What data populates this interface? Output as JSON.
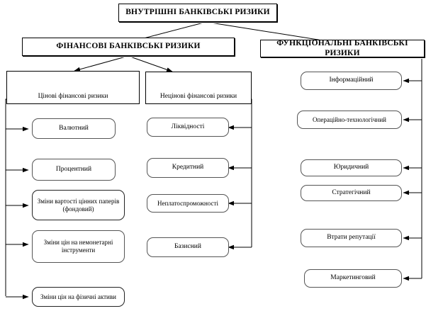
{
  "diagram": {
    "title": "ВНУТРІШНІ БАНКІВСЬКІ РИЗИКИ",
    "root": {
      "label": "ВНУТРІШНІ БАНКІВСЬКІ РИЗИКИ"
    },
    "level2": [
      {
        "id": "financial",
        "label": "ФІНАНСОВІ БАНКІВСЬКІ РИЗИКИ"
      },
      {
        "id": "functional",
        "label": "ФУНКЦІОНАЛЬНІ БАНКІВСЬКІ РИЗИКИ"
      }
    ],
    "columns": [
      {
        "id": "price-financial",
        "header": "Цінові фінансові ризики",
        "arrow_side": "left",
        "items": [
          {
            "label": "Валютний"
          },
          {
            "label": "Процентний"
          },
          {
            "label": "Зміни вартості цінних паперів (фондовий)"
          },
          {
            "label": "Зміни цін на немонетарні інструменти"
          },
          {
            "label": "Зміни цін на фізичні активи"
          }
        ]
      },
      {
        "id": "nonprice-financial",
        "header": "Нецінові фінансові ризики",
        "arrow_side": "right",
        "items": [
          {
            "label": "Ліквідності"
          },
          {
            "label": "Кредитний"
          },
          {
            "label": "Неплатоспроможності"
          },
          {
            "label": "Базисний"
          }
        ]
      },
      {
        "id": "functional-risks",
        "header": "",
        "arrow_side": "right",
        "items": [
          {
            "label": "Інформаційний"
          },
          {
            "label": "Операційно-технологічний"
          },
          {
            "label": "Юридичний"
          },
          {
            "label": "Стратегічний"
          },
          {
            "label": "Втрати репутації"
          },
          {
            "label": "Маркетинговий"
          }
        ]
      }
    ],
    "colors": {
      "line": "#000000",
      "box_border": "#555555",
      "background": "#ffffff",
      "text": "#000000"
    }
  }
}
